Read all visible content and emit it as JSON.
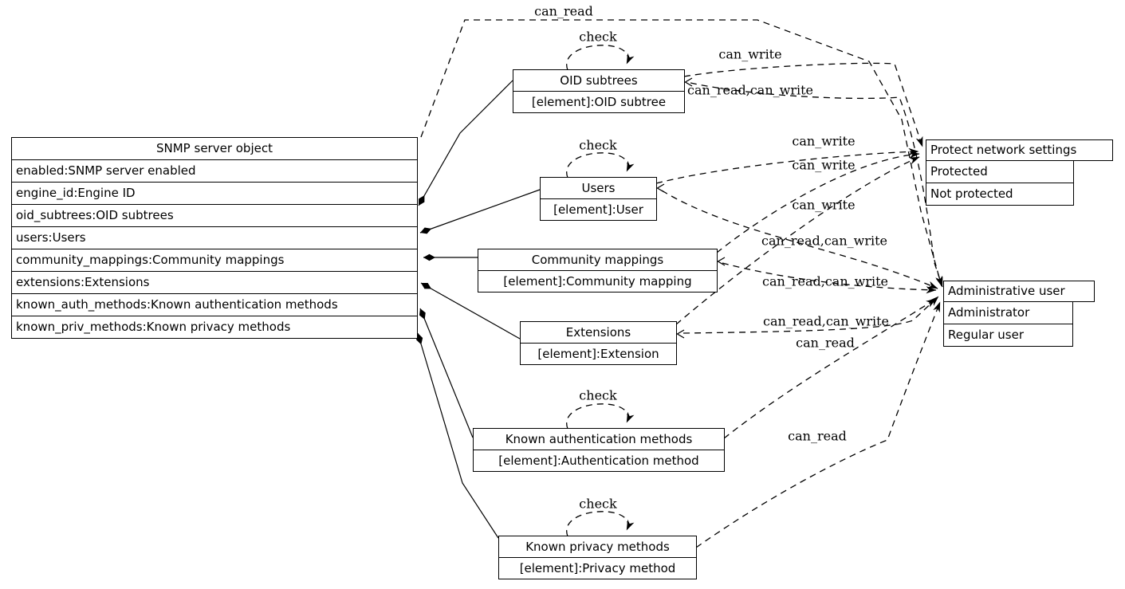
{
  "diagram": {
    "colors": {
      "line": "#000000",
      "background": "#ffffff",
      "text": "#000000"
    },
    "nodes": {
      "snmp_server": {
        "title": "SNMP server object",
        "rows": [
          "enabled:SNMP server enabled",
          "engine_id:Engine ID",
          "oid_subtrees:OID subtrees",
          "users:Users",
          "community_mappings:Community mappings",
          "extensions:Extensions",
          "known_auth_methods:Known authentication methods",
          "known_priv_methods:Known privacy methods"
        ]
      },
      "oid_subtrees": {
        "title": "OID subtrees",
        "rows": [
          "[element]:OID subtree"
        ]
      },
      "users": {
        "title": "Users",
        "rows": [
          "[element]:User"
        ]
      },
      "community_mappings": {
        "title": "Community mappings",
        "rows": [
          "[element]:Community mapping"
        ]
      },
      "extensions": {
        "title": "Extensions",
        "rows": [
          "[element]:Extension"
        ]
      },
      "known_auth_methods": {
        "title": "Known authentication methods",
        "rows": [
          "[element]:Authentication method"
        ]
      },
      "known_priv_methods": {
        "title": "Known privacy methods",
        "rows": [
          "[element]:Privacy method"
        ]
      },
      "protect_network_settings": {
        "title": "Protect network settings",
        "rows": [
          "Protected",
          "Not protected"
        ]
      },
      "administrative_user": {
        "title": "Administrative user",
        "rows": [
          "Administrator",
          "Regular user"
        ]
      }
    },
    "edge_labels": {
      "snmp_can_read": "can_read",
      "check_oid": "check",
      "check_users": "check",
      "check_auth": "check",
      "check_priv": "check",
      "oid_can_write": "can_write",
      "oid_can_read_can_write": "can_read,can_write",
      "users_can_write": "can_write",
      "cm_can_write": "can_write",
      "ext_can_write": "can_write",
      "users_can_read_can_write": "can_read,can_write",
      "cm_can_read_can_write": "can_read,can_write",
      "ext_can_read_can_write": "can_read,can_write",
      "auth_can_read": "can_read",
      "priv_can_read": "can_read"
    },
    "edges": [
      {
        "from": "SNMP server object",
        "to": "Administrative user",
        "label": "can_read",
        "style": "dashed"
      },
      {
        "from": "OID subtrees",
        "to": "Protect network settings",
        "label": "can_write",
        "style": "dashed"
      },
      {
        "from": "OID subtrees",
        "to": "Administrative user",
        "label": "can_read,can_write",
        "style": "dashed"
      },
      {
        "from": "Users",
        "to": "Protect network settings",
        "label": "can_write",
        "style": "dashed"
      },
      {
        "from": "Users",
        "to": "Administrative user",
        "label": "can_read,can_write",
        "style": "dashed"
      },
      {
        "from": "Community mappings",
        "to": "Protect network settings",
        "label": "can_write",
        "style": "dashed"
      },
      {
        "from": "Community mappings",
        "to": "Administrative user",
        "label": "can_read,can_write",
        "style": "dashed"
      },
      {
        "from": "Extensions",
        "to": "Protect network settings",
        "label": "can_write",
        "style": "dashed"
      },
      {
        "from": "Extensions",
        "to": "Administrative user",
        "label": "can_read,can_write",
        "style": "dashed"
      },
      {
        "from": "Known authentication methods",
        "to": "Administrative user",
        "label": "can_read",
        "style": "dashed"
      },
      {
        "from": "Known privacy methods",
        "to": "Administrative user",
        "label": "can_read",
        "style": "dashed"
      },
      {
        "from": "OID subtrees",
        "to": "OID subtrees",
        "label": "check",
        "style": "dashed-self-loop"
      },
      {
        "from": "Users",
        "to": "Users",
        "label": "check",
        "style": "dashed-self-loop"
      },
      {
        "from": "Known authentication methods",
        "to": "Known authentication methods",
        "label": "check",
        "style": "dashed-self-loop"
      },
      {
        "from": "Known privacy methods",
        "to": "Known privacy methods",
        "label": "check",
        "style": "dashed-self-loop"
      }
    ],
    "compositions": [
      {
        "field": "oid_subtrees",
        "target": "OID subtrees"
      },
      {
        "field": "users",
        "target": "Users"
      },
      {
        "field": "community_mappings",
        "target": "Community mappings"
      },
      {
        "field": "extensions",
        "target": "Extensions"
      },
      {
        "field": "known_auth_methods",
        "target": "Known authentication methods"
      },
      {
        "field": "known_priv_methods",
        "target": "Known privacy methods"
      }
    ]
  }
}
